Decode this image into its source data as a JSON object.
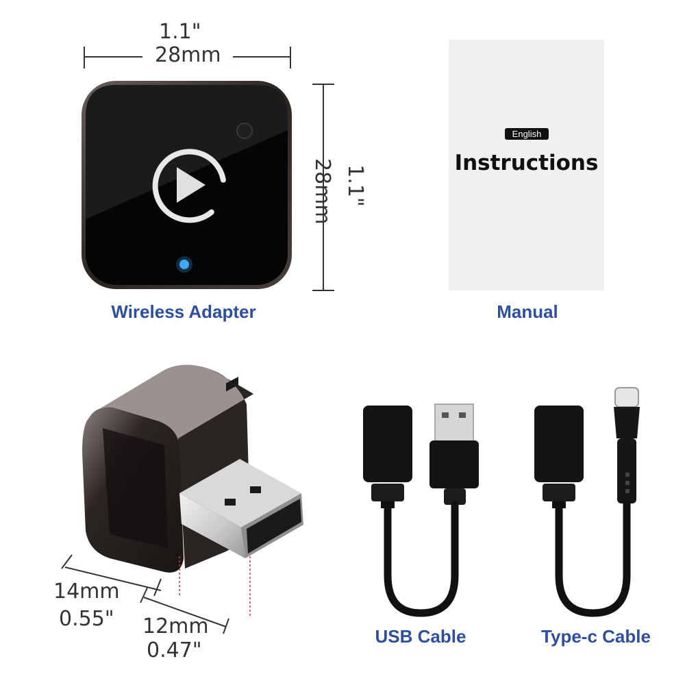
{
  "adapter_top": {
    "width_inch": "1.1\"",
    "width_mm": "28mm",
    "height_inch": "1.1\"",
    "height_mm": "28mm",
    "caption": "Wireless Adapter"
  },
  "manual": {
    "language": "English",
    "title": "Instructions",
    "caption": "Manual"
  },
  "adapter_side": {
    "depth_mm": "14mm",
    "depth_inch": "0.55\"",
    "plug_mm": "12mm",
    "plug_inch": "0.47\""
  },
  "cables": {
    "usb_caption": "USB Cable",
    "typec_caption": "Type-c Cable"
  },
  "colors": {
    "caption": "#2e4f9c",
    "led": "#3fa9f5",
    "device": "#1a1a1a"
  }
}
